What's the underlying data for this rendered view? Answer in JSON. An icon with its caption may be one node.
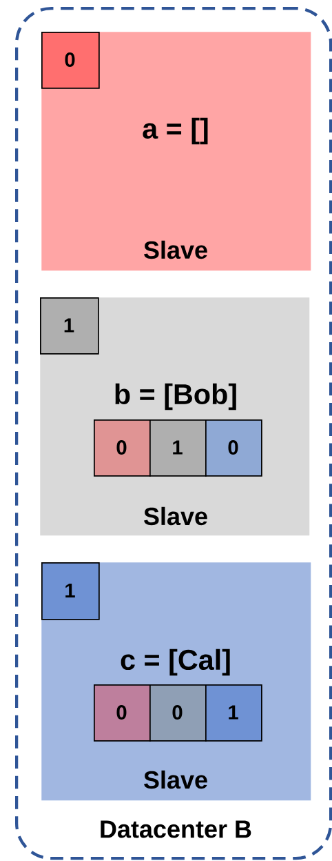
{
  "diagram": {
    "nodes": [
      {
        "text": [
          "Datacenter B"
        ]
      },
      {
        "text": [
          "a = []",
          "Slave"
        ],
        "in": 0
      },
      {
        "text": [
          "0"
        ],
        "in": 1
      },
      {
        "text": [
          "b = [Bob]",
          "Slave"
        ],
        "in": 0
      },
      {
        "text": [
          "1"
        ],
        "in": 3
      },
      {
        "text": [
          "0"
        ],
        "in": 3
      },
      {
        "text": [
          "1"
        ],
        "in": 3
      },
      {
        "text": [
          "0"
        ],
        "in": 3
      },
      {
        "text": [
          "c = [Cal]",
          "Slave"
        ],
        "in": 0
      },
      {
        "text": [
          "1"
        ],
        "in": 8
      },
      {
        "text": [
          "0"
        ],
        "in": 8
      },
      {
        "text": [
          "0"
        ],
        "in": 8
      },
      {
        "text": [
          "1"
        ],
        "in": 8
      }
    ]
  }
}
